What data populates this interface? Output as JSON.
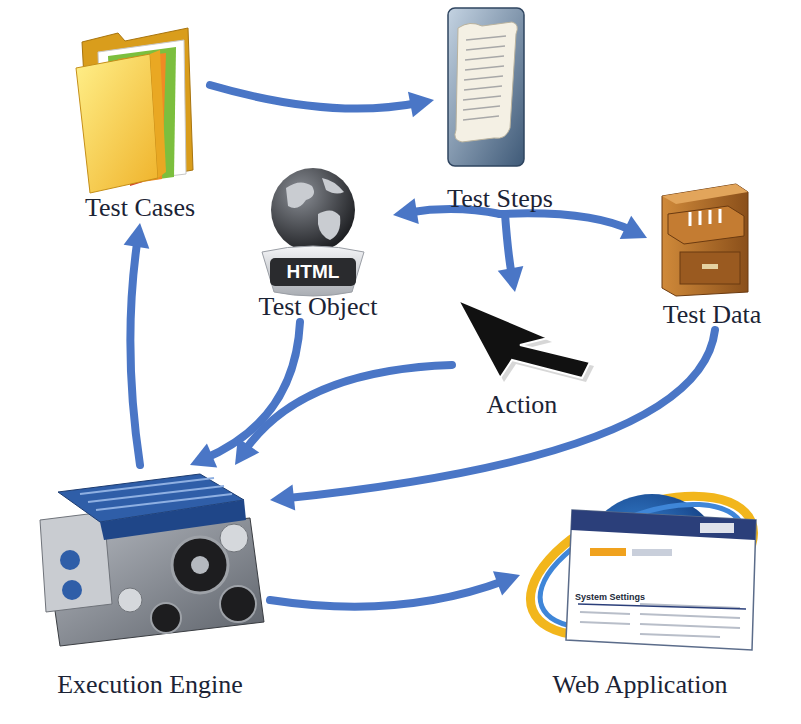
{
  "diagram": {
    "nodes": [
      {
        "text": [
          "Test Cases"
        ]
      },
      {
        "text": [
          "Test Steps"
        ]
      },
      {
        "text": [
          "HTML",
          "Test Object"
        ]
      },
      {
        "text": [
          "Test Data"
        ]
      },
      {
        "text": [
          "Action"
        ]
      },
      {
        "text": [
          "Execution Engine"
        ]
      },
      {
        "text": [
          "Web Application"
        ]
      }
    ],
    "edges": [
      {
        "from": 0,
        "to": 1,
        "arrow": "to"
      },
      {
        "from": 1,
        "to": 2,
        "arrow": "to"
      },
      {
        "from": 1,
        "to": 3,
        "arrow": "to"
      },
      {
        "from": 1,
        "to": 4,
        "arrow": "to"
      },
      {
        "from": 2,
        "to": 5,
        "arrow": "to"
      },
      {
        "from": 4,
        "to": 5,
        "arrow": "to"
      },
      {
        "from": 3,
        "to": 5,
        "arrow": "to"
      },
      {
        "from": 5,
        "to": 0,
        "arrow": "to"
      },
      {
        "from": 5,
        "to": 6,
        "arrow": "to"
      }
    ],
    "labels": [
      "System Settings"
    ]
  }
}
